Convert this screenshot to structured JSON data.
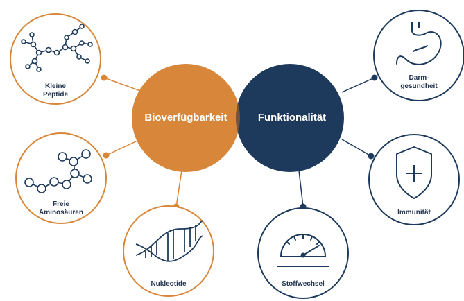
{
  "center": {
    "left_label": "Bioverfügbarkeit",
    "right_label": "Funktionalität",
    "colors": {
      "orange": "#d8873a",
      "navy": "#1d3a5c",
      "overlap": "#b96a2e"
    }
  },
  "nodes": {
    "kleine_peptide": {
      "line1": "Kleine",
      "line2": "Peptide",
      "icon": "molecule-network-icon"
    },
    "freie_aminosaeuren": {
      "line1": "Freie",
      "line2": "Aminosäuren",
      "icon": "amino-chain-icon"
    },
    "nukleotide": {
      "label": "Nukleotide",
      "icon": "dna-helix-icon"
    },
    "darmgesundheit": {
      "line1": "Darm-",
      "line2": "gesundheit",
      "icon": "stomach-icon"
    },
    "immunitaet": {
      "label": "Immunität",
      "icon": "shield-plus-icon"
    },
    "stoffwechsel": {
      "label": "Stoffwechsel",
      "icon": "speedometer-icon"
    }
  }
}
